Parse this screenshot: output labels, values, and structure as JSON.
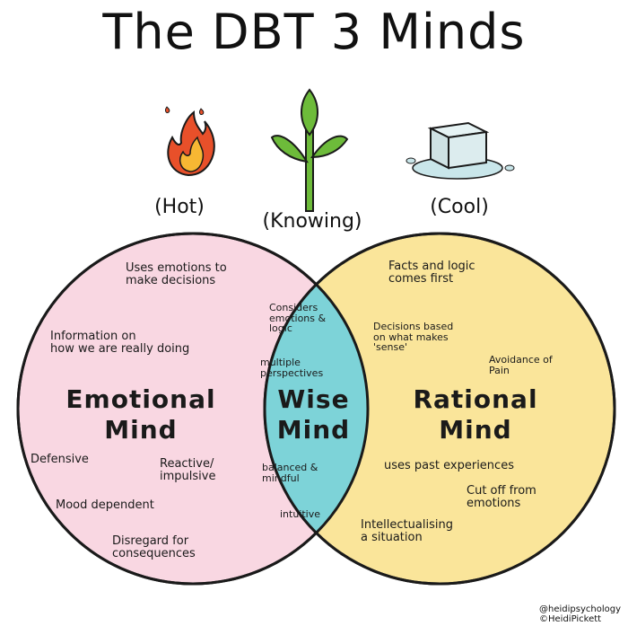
{
  "title": "The DBT 3 Minds",
  "captions": {
    "hot": "(Hot)",
    "knowing": "(Knowing)",
    "cool": "(Cool)"
  },
  "icons": {
    "hot": "fire-icon",
    "knowing": "sprout-icon",
    "cool": "ice-cube-icon"
  },
  "colors": {
    "emotional": "#f9d7e2",
    "rational": "#fae59a",
    "wise": "#7dd3d8",
    "outline": "#1a1a1a"
  },
  "emotional": {
    "name": "Emotional\nMind",
    "items": [
      "Uses emotions to\nmake decisions",
      "Information on\nhow we are really doing",
      "Defensive",
      "Reactive/\nimpulsive",
      "Mood dependent",
      "Disregard for\nconsequences"
    ]
  },
  "wise": {
    "name": "Wise\nMind",
    "items": [
      "Considers\nemotions &\nlogic",
      "multiple\nperspectives",
      "balanced &\nmindful",
      "intuitive"
    ]
  },
  "rational": {
    "name": "Rational\nMind",
    "items": [
      "Facts and logic\ncomes first",
      "Decisions based\non what makes\n'sense'",
      "Avoidance of\nPain",
      "uses past experiences",
      "Cut off from\nemotions",
      "Intellectualising\na situation"
    ]
  },
  "credit": "@heidipsychology\n©HeidiPickett"
}
